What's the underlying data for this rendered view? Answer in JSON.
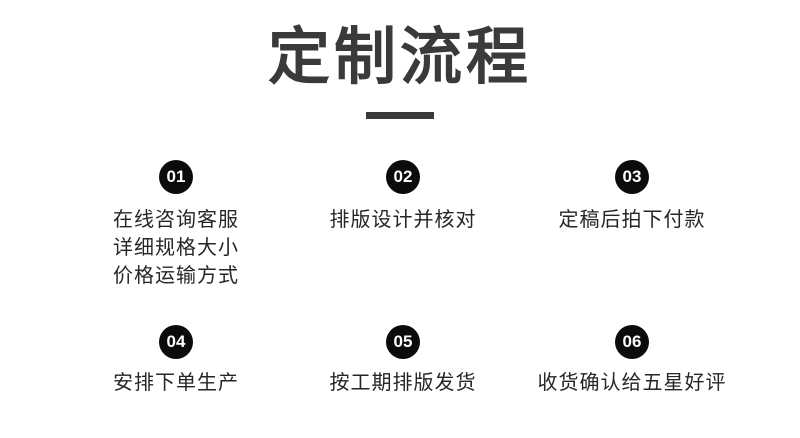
{
  "header": {
    "title": "定制流程",
    "divider": true
  },
  "colors": {
    "background": "#ffffff",
    "title": "#3a3a3a",
    "badge_bg": "#0b0b0b",
    "badge_text": "#ffffff",
    "body_text": "#262626",
    "divider": "#3a3a3a"
  },
  "steps": [
    {
      "number": "01",
      "lines": [
        "在线咨询客服",
        "详细规格大小",
        "价格运输方式"
      ]
    },
    {
      "number": "02",
      "lines": [
        "排版设计并核对"
      ]
    },
    {
      "number": "03",
      "lines": [
        "定稿后拍下付款"
      ]
    },
    {
      "number": "04",
      "lines": [
        "安排下单生产"
      ]
    },
    {
      "number": "05",
      "lines": [
        "按工期排版发货"
      ]
    },
    {
      "number": "06",
      "lines": [
        "收货确认给五星好评"
      ]
    }
  ]
}
